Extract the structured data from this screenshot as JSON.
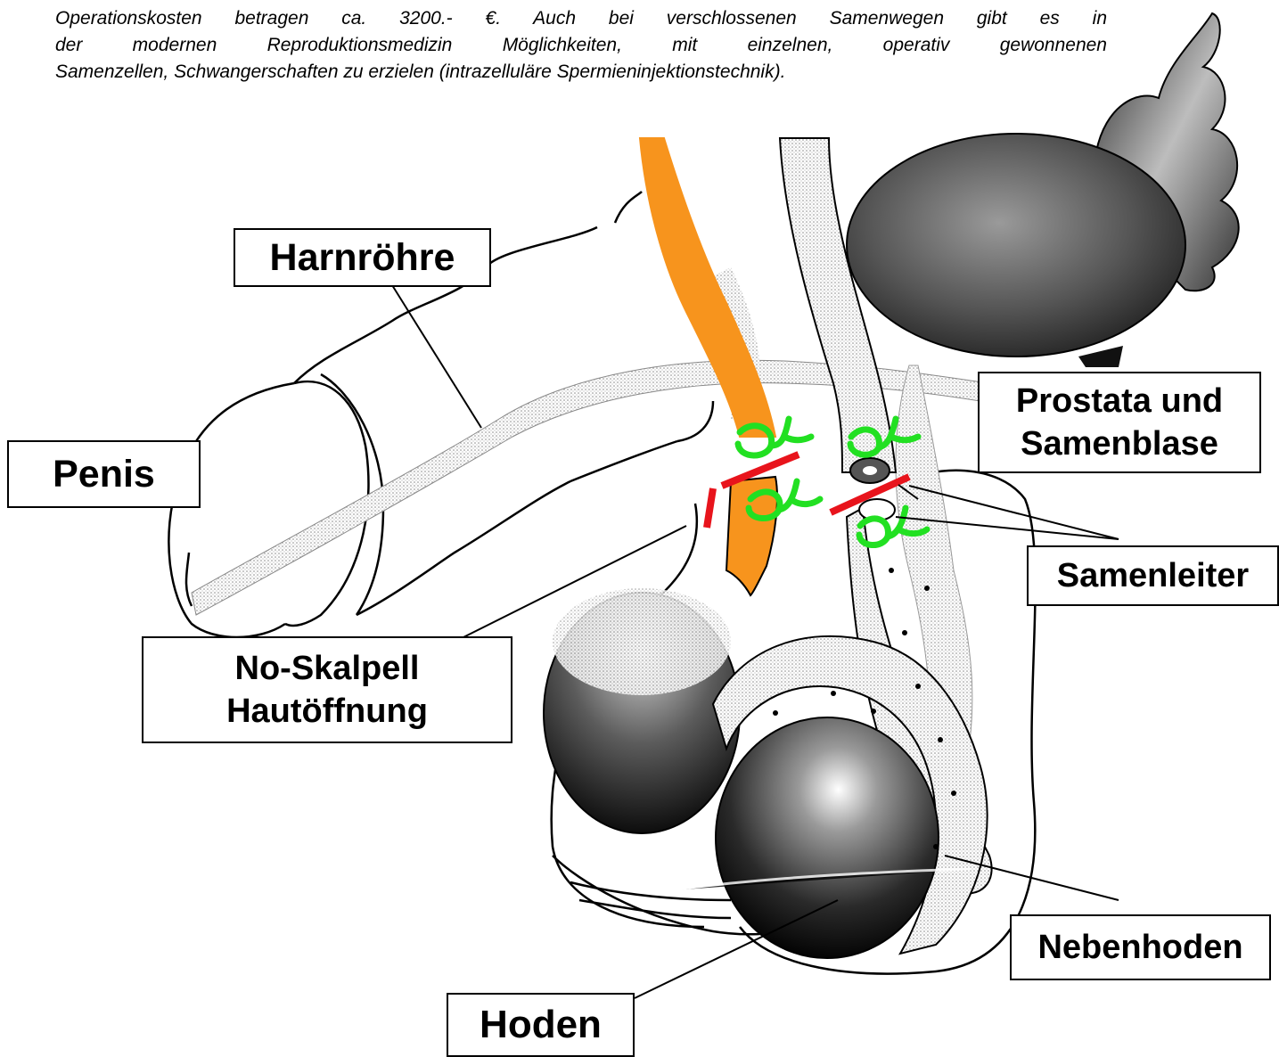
{
  "intro_text": {
    "line1": "Operationskosten betragen ca. 3200.- €. Auch bei verschlossenen Samenwegen gibt es in",
    "line2": "der modernen Reproduktionsmedizin Möglichkeiten, mit einzelnen, operativ gewonnenen",
    "line3": "Samenzellen, Schwangerschaften zu erzielen (intrazelluläre Spermieninjektionstechnik)."
  },
  "labels": {
    "harnroehre": "Harnröhre",
    "penis": "Penis",
    "prostata_line1": "Prostata und",
    "prostata_line2": "Samenblase",
    "samenleiter": "Samenleiter",
    "no_skalpell_line1": "No-Skalpell",
    "no_skalpell_line2": "Hautöffnung",
    "nebenhoden": "Nebenhoden",
    "hoden": "Hoden"
  },
  "colors": {
    "cut_marks": "#e8141c",
    "ligature_clips": "#22e022",
    "highlighted_vas": "#f7941d",
    "outline": "#000000"
  }
}
